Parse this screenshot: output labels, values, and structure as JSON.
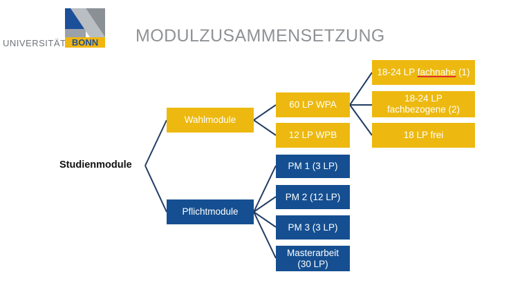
{
  "header": {
    "logo_university": "UNIVERSITÄT",
    "logo_bonn": "BONN",
    "title": "MODULZUSAMMENSETZUNG"
  },
  "diagram": {
    "root": "Studienmodule",
    "wahlmodule": "Wahlmodule",
    "pflichtmodule": "Pflichtmodule",
    "wpa": "60 LP WPA",
    "wpb": "12 LP WPB",
    "fachnahe_prefix": "18-24 LP ",
    "fachnahe_word": "fachnahe",
    "fachnahe_suffix": " (1)",
    "fachbezogene_line1": "18-24 LP",
    "fachbezogene_line2": "fachbezogene (2)",
    "frei": "18 LP frei",
    "pm1": "PM 1 (3 LP)",
    "pm2": "PM 2 (12 LP)",
    "pm3": "PM 3 (3 LP)",
    "masterarbeit_line1": "Masterarbeit",
    "masterarbeit_line2": "(30 LP)"
  },
  "colors": {
    "yellow": "#edb910",
    "blue": "#154f91",
    "connector": "#1f3b63"
  }
}
